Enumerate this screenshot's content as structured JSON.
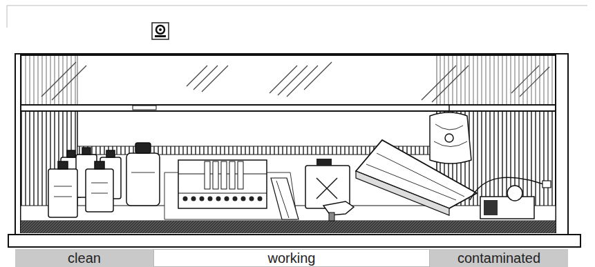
{
  "diagram": {
    "nodes": [
      {
        "text": [
          "clean"
        ]
      },
      {
        "text": [
          "working"
        ]
      },
      {
        "text": [
          "contaminated"
        ]
      }
    ]
  }
}
